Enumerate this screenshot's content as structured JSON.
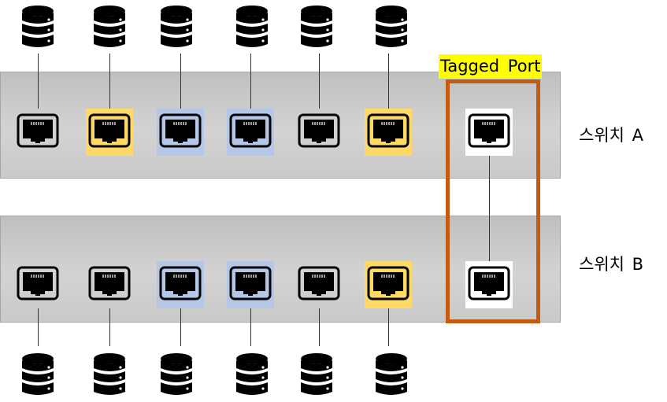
{
  "diagram": {
    "title_label": "Tagged Port",
    "switches": [
      {
        "id": "a",
        "label": "스위치 A",
        "ports": [
          {
            "vlan_color": "none",
            "connected_server": true
          },
          {
            "vlan_color": "orange",
            "connected_server": true
          },
          {
            "vlan_color": "blue",
            "connected_server": true
          },
          {
            "vlan_color": "blue",
            "connected_server": true
          },
          {
            "vlan_color": "none",
            "connected_server": true
          },
          {
            "vlan_color": "orange",
            "connected_server": true
          }
        ],
        "tagged_port": {
          "vlan_color": "white"
        }
      },
      {
        "id": "b",
        "label": "스위치 B",
        "ports": [
          {
            "vlan_color": "none",
            "connected_server": true
          },
          {
            "vlan_color": "none",
            "connected_server": true
          },
          {
            "vlan_color": "blue",
            "connected_server": true
          },
          {
            "vlan_color": "blue",
            "connected_server": true
          },
          {
            "vlan_color": "none",
            "connected_server": true
          },
          {
            "vlan_color": "orange",
            "connected_server": true
          }
        ],
        "tagged_port": {
          "vlan_color": "white"
        }
      }
    ],
    "colors": {
      "orange_vlan": "#ffd966",
      "blue_vlan": "#b4c7e7",
      "tagged_box": "#c55a11",
      "label_highlight": "#ffff00",
      "switch_body": "#c8c8c8"
    },
    "icons": {
      "port": "ethernet-port-icon",
      "server": "database-server-icon"
    }
  }
}
